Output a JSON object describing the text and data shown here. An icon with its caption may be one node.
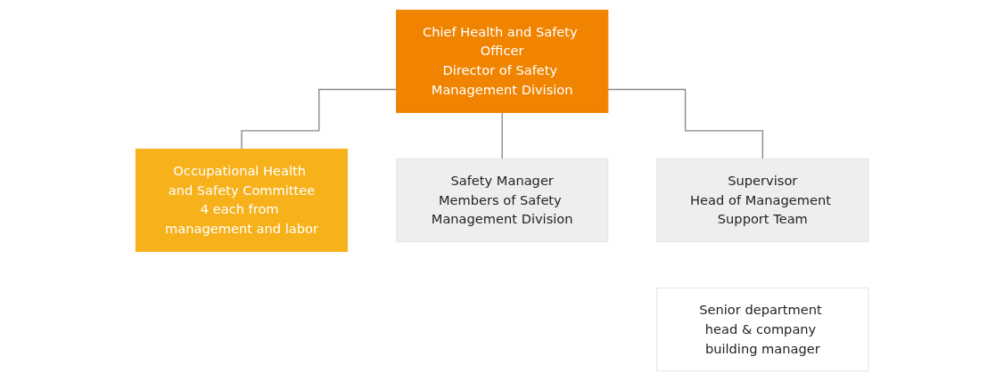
{
  "diagram": {
    "nodes": [
      {
        "text": [
          "Chief Health and Safety Officer",
          "Director of Safety Management Division"
        ]
      },
      {
        "text": [
          "Occupational Health and Safety Committee",
          "4 each from management and labor"
        ]
      },
      {
        "text": [
          "Safety Manager",
          "Members of Safety Management Division"
        ]
      },
      {
        "text": [
          "Supervisor",
          "Head of Management Support Team"
        ]
      },
      {
        "text": [
          "Senior department head & company building manager"
        ]
      }
    ],
    "edges": [
      {
        "from": 0,
        "to": 1,
        "arrow": "none"
      },
      {
        "from": 0,
        "to": 2,
        "arrow": "none"
      },
      {
        "from": 0,
        "to": 3,
        "arrow": "none"
      }
    ]
  }
}
